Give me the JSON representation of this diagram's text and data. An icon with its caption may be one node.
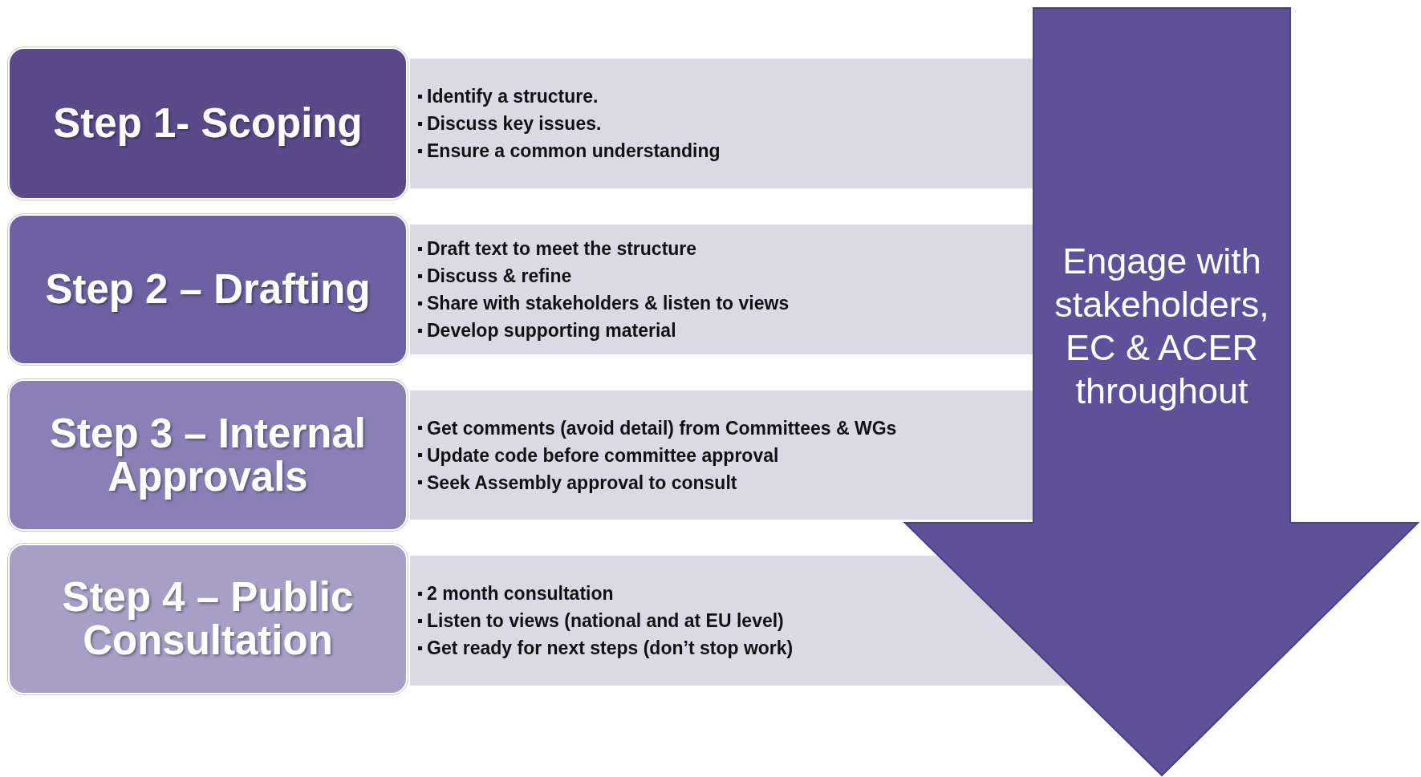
{
  "diagram": {
    "nodes": [
      {
        "text": [
          "Step 1- Scoping"
        ]
      },
      {
        "text": [
          "Identify a structure.",
          "Discuss key issues.",
          "Ensure a common understanding"
        ]
      },
      {
        "text": [
          "Step 2 – Drafting"
        ]
      },
      {
        "text": [
          "Draft text to meet the structure",
          "Discuss & refine",
          "Share with stakeholders & listen to views",
          "Develop supporting material"
        ]
      },
      {
        "text": [
          "Step 3 – Internal Approvals"
        ]
      },
      {
        "text": [
          "Get comments (avoid detail) from Committees & WGs",
          "Update code before committee approval",
          "Seek Assembly approval to consult"
        ]
      },
      {
        "text": [
          "Step 4 – Public Consultation"
        ]
      },
      {
        "text": [
          "2 month consultation",
          "Listen to views (national and at EU level)",
          "Get ready for next steps (don’t stop work)"
        ]
      },
      {
        "text": [
          "Engage with stakeholders, EC & ACER throughout"
        ]
      }
    ],
    "edges": []
  }
}
